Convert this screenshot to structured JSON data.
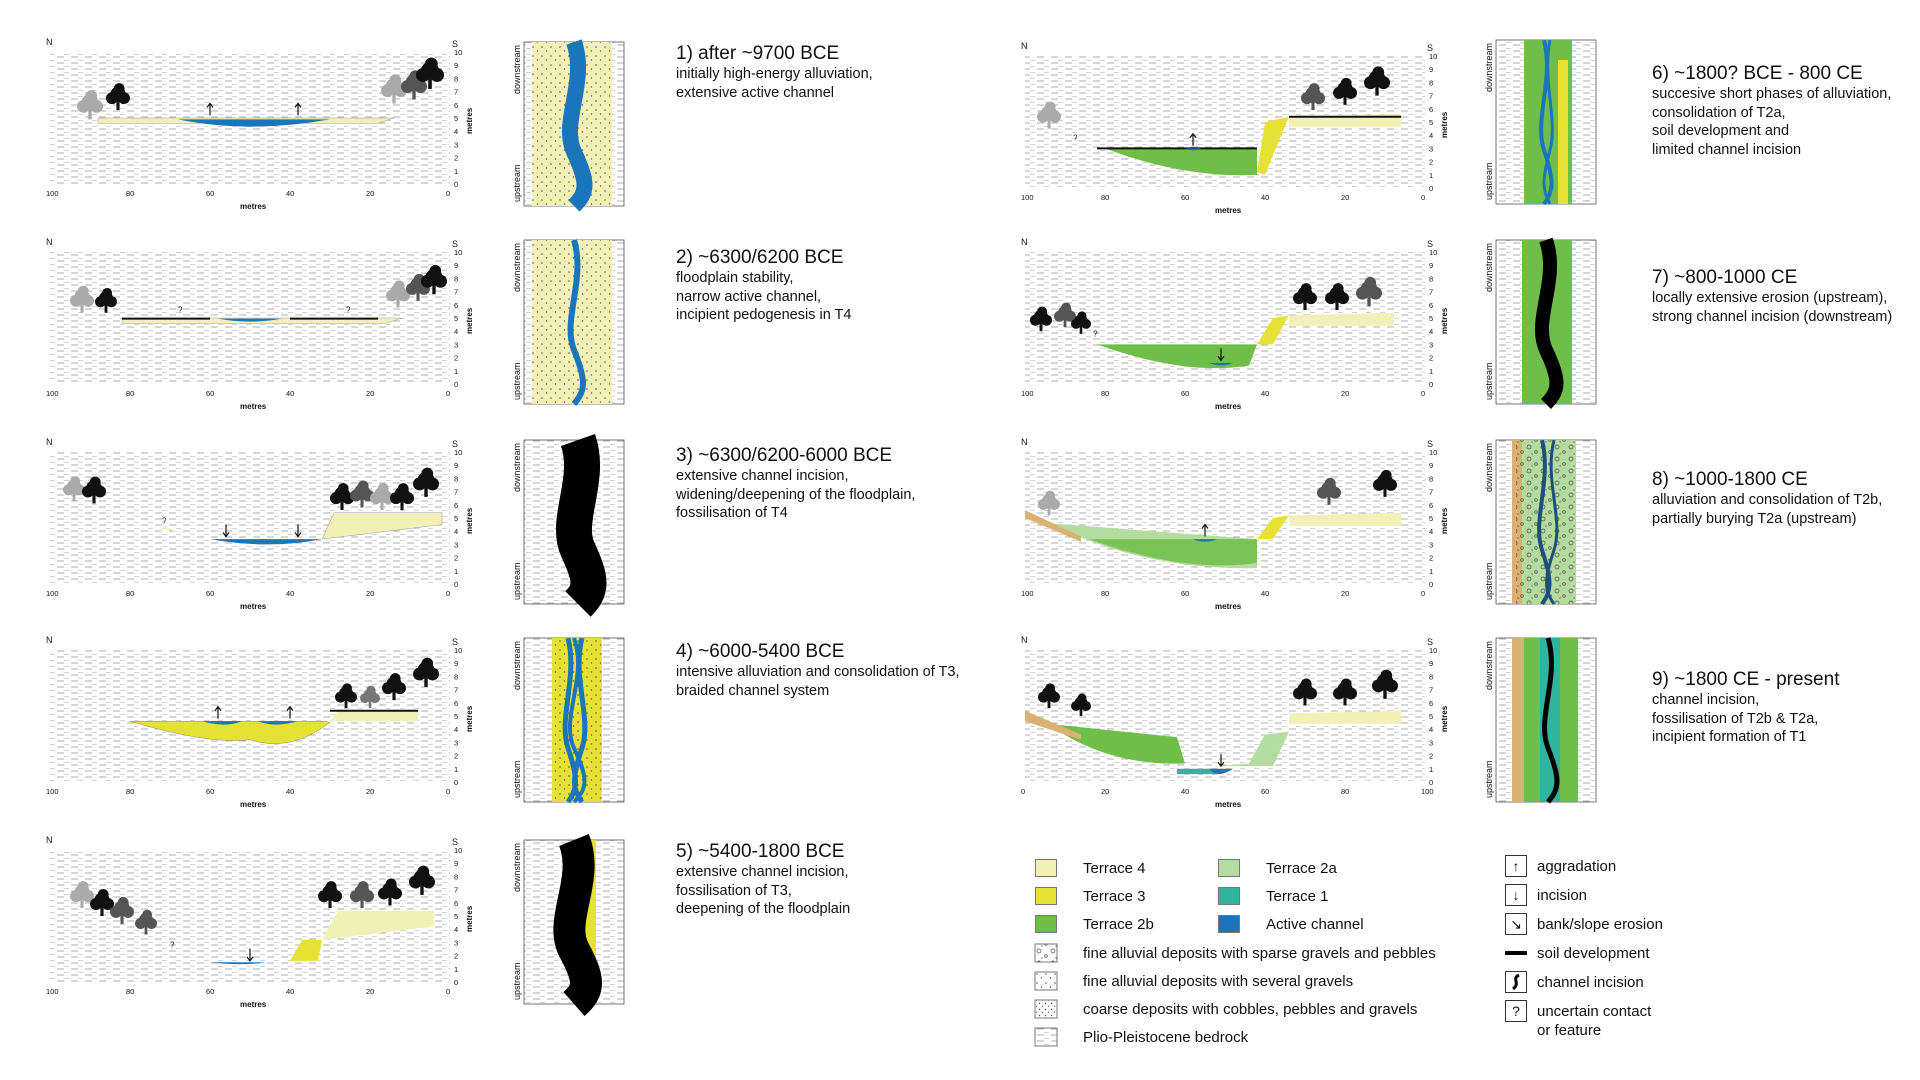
{
  "stages": [
    {
      "title": "1) after ~9700 BCE",
      "lines": [
        "initially high-energy alluviation,",
        "extensive active channel"
      ]
    },
    {
      "title": "2) ~6300/6200 BCE",
      "lines": [
        "floodplain stability,",
        "narrow active channel,",
        "incipient pedogenesis in T4"
      ]
    },
    {
      "title": "3) ~6300/6200-6000 BCE",
      "lines": [
        "extensive channel incision,",
        "widening/deepening of the floodplain,",
        "fossilisation of T4"
      ]
    },
    {
      "title": "4) ~6000-5400 BCE",
      "lines": [
        "intensive alluviation and consolidation of T3,",
        "braided channel system"
      ]
    },
    {
      "title": "5) ~5400-1800 BCE",
      "lines": [
        "extensive channel incision,",
        "fossilisation of T3,",
        "deepening of the floodplain"
      ]
    },
    {
      "title": "6) ~1800? BCE - 800 CE",
      "lines": [
        "succesive short phases of alluviation,",
        "consolidation of T2a,",
        "soil development and",
        "limited channel incision"
      ]
    },
    {
      "title": "7) ~800-1000 CE",
      "lines": [
        "locally extensive erosion (upstream),",
        "strong channel incision (downstream)"
      ]
    },
    {
      "title": "8) ~1000-1800 CE",
      "lines": [
        "alluviation and consolidation of T2b,",
        "partially burying T2a (upstream)"
      ]
    },
    {
      "title": "9) ~1800 CE - present",
      "lines": [
        "channel incision,",
        "fossilisation of T2b & T2a,",
        "incipient formation of T1"
      ]
    }
  ],
  "axis": {
    "north": "N",
    "south": "S",
    "x_label": "metres",
    "y_label": "metres",
    "x_ticks": [
      "100",
      "80",
      "60",
      "40",
      "20",
      "0"
    ],
    "x_ticks_reversed": [
      "0",
      "20",
      "40",
      "60",
      "80",
      "100"
    ],
    "y_ticks": [
      "10",
      "9",
      "8",
      "7",
      "6",
      "5",
      "4",
      "3",
      "2",
      "1",
      "0"
    ]
  },
  "plan_labels": {
    "downstream": "downstream",
    "upstream": "upstream"
  },
  "uncertain_mark": "?",
  "legend": {
    "terraces": [
      {
        "label": "Terrace 4",
        "color": "#f3f0b7"
      },
      {
        "label": "Terrace 3",
        "color": "#e6e235"
      },
      {
        "label": "Terrace 2b",
        "color": "#6fbe4a"
      },
      {
        "label": "Terrace 2a",
        "color": "#b4dba0"
      },
      {
        "label": "Terrace 1",
        "color": "#2fb59d"
      },
      {
        "label": "Active channel",
        "color": "#1b75bb"
      }
    ],
    "deposits": [
      "fine alluvial deposits with sparse gravels and pebbles",
      "fine alluvial deposits with several gravels",
      "coarse deposits with cobbles, pebbles and gravels",
      "Plio-Pleistocene bedrock"
    ],
    "symbols": [
      {
        "glyph": "↑",
        "label": "aggradation"
      },
      {
        "glyph": "↓",
        "label": "incision"
      },
      {
        "glyph": "↘",
        "label": "bank/slope erosion"
      },
      {
        "glyph": "",
        "label": "soil development"
      },
      {
        "glyph": "",
        "label": "channel incision"
      },
      {
        "glyph": "?",
        "label": "uncertain contact"
      }
    ],
    "symbol_extra": "or feature"
  }
}
